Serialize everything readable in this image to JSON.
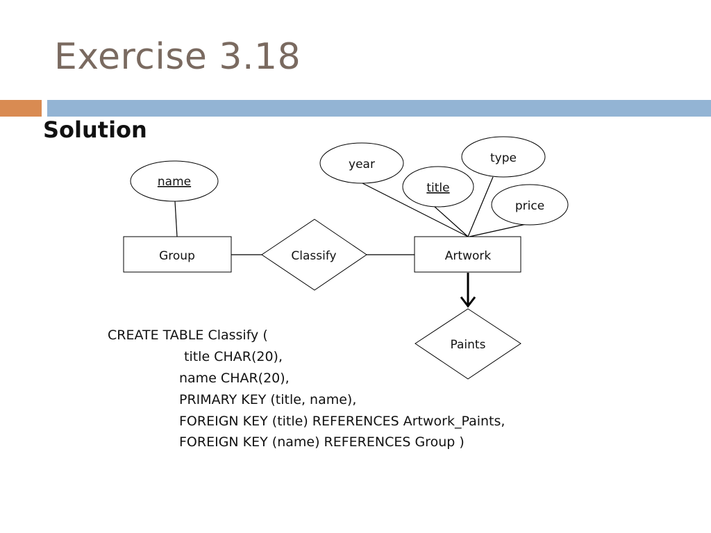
{
  "slide": {
    "title": "Exercise 3.18",
    "subtitle": "Solution"
  },
  "diagram": {
    "entities": {
      "group": "Group",
      "artwork": "Artwork"
    },
    "relationships": {
      "classify": "Classify",
      "paints": "Paints"
    },
    "attributes": {
      "name": "name",
      "year": "year",
      "title": "title",
      "type": "type",
      "price": "price"
    }
  },
  "sql": {
    "lines": [
      "CREATE TABLE Classify (",
      "title CHAR(20),",
      "name CHAR(20),",
      "PRIMARY KEY (title, name),",
      "FOREIGN KEY (title) REFERENCES Artwork_Paints,",
      "FOREIGN KEY (name) REFERENCES Group )"
    ]
  },
  "colors": {
    "title": "#7a6a60",
    "accent_orange": "#d98b52",
    "accent_blue": "#93b4d4"
  }
}
